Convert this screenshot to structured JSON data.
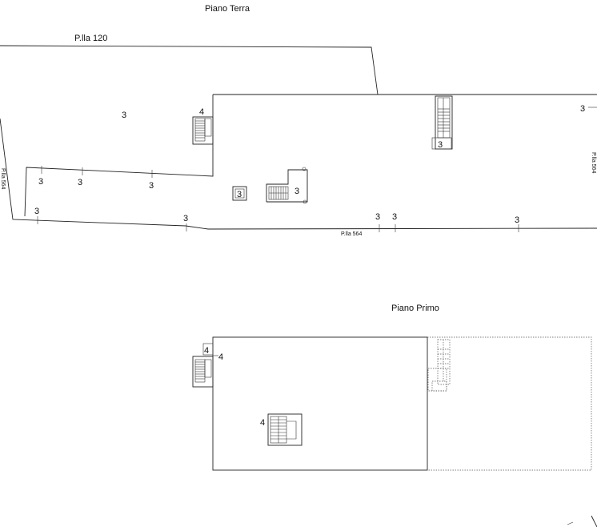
{
  "floors": {
    "ground": {
      "title": "Piano Terra"
    },
    "first": {
      "title": "Piano Primo"
    }
  },
  "parcels": {
    "north": "P.lla 120",
    "south": "P.lla 564",
    "east": "P.lla 564",
    "west": "P.lla 564"
  },
  "labels": {
    "three": "3",
    "four": "4"
  },
  "colors": {
    "line": "#222222",
    "background": "#ffffff"
  }
}
